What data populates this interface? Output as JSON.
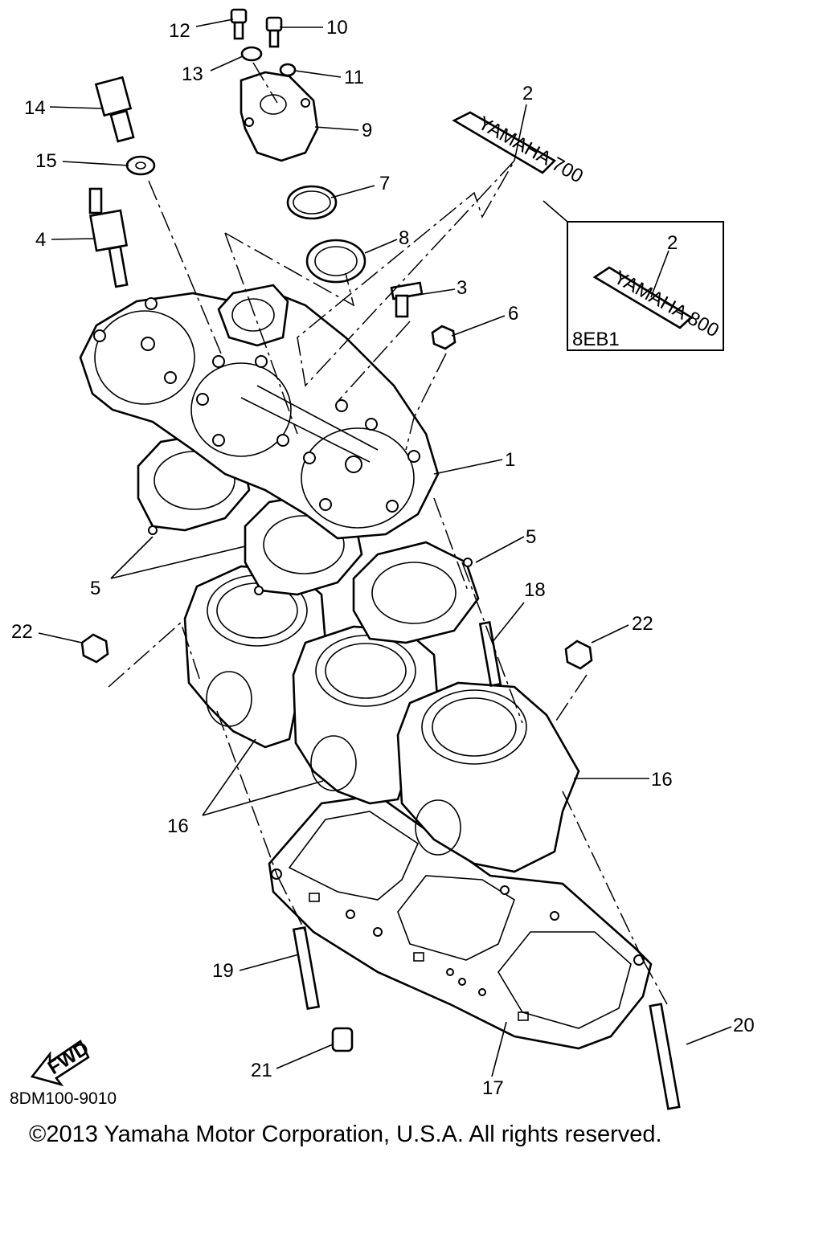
{
  "diagram": {
    "drawing_code": "8DM100-9010",
    "copyright": "©2013 Yamaha Motor Corporation, U.S.A. All rights reserved.",
    "inset_code": "8EB1",
    "fwd_label": "FWD",
    "decal_text_main": "YAMAHA 700",
    "decal_text_inset": "YAMAHA 800",
    "callouts": {
      "c1": "1",
      "c2": "2",
      "c2b": "2",
      "c3": "3",
      "c4": "4",
      "c5a": "5",
      "c5b": "5",
      "c6": "6",
      "c7": "7",
      "c8": "8",
      "c9": "9",
      "c10": "10",
      "c11": "11",
      "c12": "12",
      "c13": "13",
      "c14": "14",
      "c15": "15",
      "c16a": "16",
      "c16b": "16",
      "c17": "17",
      "c18": "18",
      "c19": "19",
      "c20": "20",
      "c21": "21",
      "c22a": "22",
      "c22b": "22"
    }
  }
}
